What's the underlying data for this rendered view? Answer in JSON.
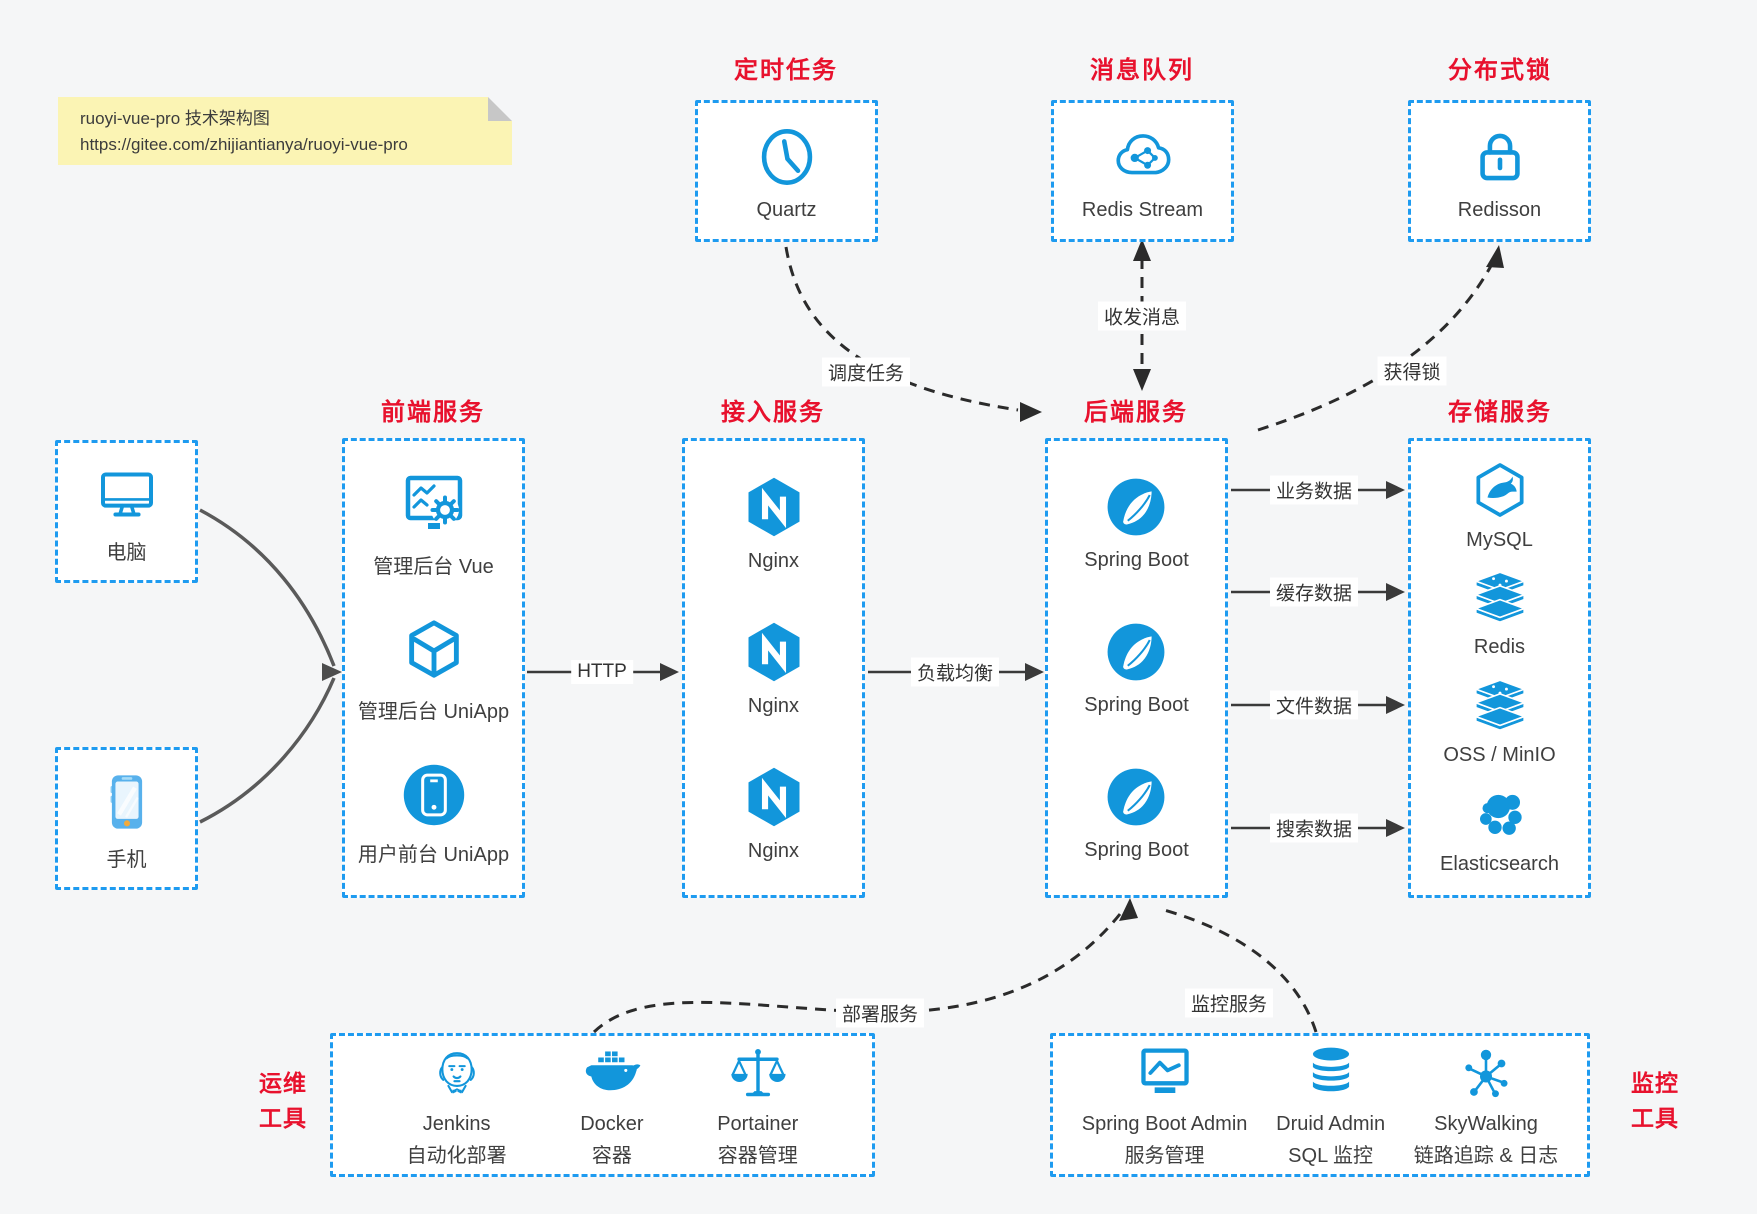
{
  "canvas": {
    "bg": "#f5f6f7"
  },
  "colors": {
    "icon_blue": "#1296db",
    "border_blue": "#1e9bf0",
    "title_red": "#e8112d",
    "arrow_dark": "#3a3a3a",
    "dashed_dark": "#2b2b2b",
    "note_bg": "#fbf4b4"
  },
  "note": {
    "line1": "ruoyi-vue-pro 技术架构图",
    "line2": "https://gitee.com/zhijiantianya/ruoyi-vue-pro"
  },
  "top_sections": [
    {
      "title": "定时任务",
      "item": {
        "label": "Quartz",
        "icon": "clock-icon"
      }
    },
    {
      "title": "消息队列",
      "item": {
        "label": "Redis Stream",
        "icon": "stream-cloud-icon"
      }
    },
    {
      "title": "分布式锁",
      "item": {
        "label": "Redisson",
        "icon": "lock-icon"
      }
    }
  ],
  "clients": [
    {
      "label": "电脑",
      "icon": "desktop-icon"
    },
    {
      "label": "手机",
      "icon": "phone-icon"
    }
  ],
  "service_columns": [
    {
      "title": "前端服务",
      "items": [
        {
          "label": "管理后台 Vue",
          "icon": "admin-vue-icon"
        },
        {
          "label": "管理后台 UniApp",
          "icon": "uniapp-cube-icon"
        },
        {
          "label": "用户前台 UniApp",
          "icon": "user-app-icon"
        }
      ]
    },
    {
      "title": "接入服务",
      "items": [
        {
          "label": "Nginx",
          "icon": "nginx-icon"
        },
        {
          "label": "Nginx",
          "icon": "nginx-icon"
        },
        {
          "label": "Nginx",
          "icon": "nginx-icon"
        }
      ]
    },
    {
      "title": "后端服务",
      "items": [
        {
          "label": "Spring Boot",
          "icon": "spring-boot-icon"
        },
        {
          "label": "Spring Boot",
          "icon": "spring-boot-icon"
        },
        {
          "label": "Spring Boot",
          "icon": "spring-boot-icon"
        }
      ]
    },
    {
      "title": "存储服务",
      "items": [
        {
          "label": "MySQL",
          "icon": "mysql-icon"
        },
        {
          "label": "Redis",
          "icon": "redis-icon"
        },
        {
          "label": "OSS / MinIO",
          "icon": "oss-minio-icon"
        },
        {
          "label": "Elasticsearch",
          "icon": "elasticsearch-icon"
        }
      ]
    }
  ],
  "edge_labels": {
    "http": "HTTP",
    "load_balance": "负载均衡",
    "business_data": "业务数据",
    "cache_data": "缓存数据",
    "file_data": "文件数据",
    "search_data": "搜索数据",
    "schedule_task": "调度任务",
    "send_receive_message": "收发消息",
    "acquire_lock": "获得锁",
    "deploy_service": "部署服务",
    "monitor_service": "监控服务"
  },
  "bottom_sections": [
    {
      "side_label_line1": "运维",
      "side_label_line2": "工具",
      "items": [
        {
          "label": "Jenkins",
          "sublabel": "自动化部署",
          "icon": "jenkins-icon"
        },
        {
          "label": "Docker",
          "sublabel": "容器",
          "icon": "docker-icon"
        },
        {
          "label": "Portainer",
          "sublabel": "容器管理",
          "icon": "portainer-icon"
        }
      ]
    },
    {
      "side_label_line1": "监控",
      "side_label_line2": "工具",
      "items": [
        {
          "label": "Spring Boot Admin",
          "sublabel": "服务管理",
          "icon": "springboot-admin-icon"
        },
        {
          "label": "Druid Admin",
          "sublabel": "SQL 监控",
          "icon": "druid-icon"
        },
        {
          "label": "SkyWalking",
          "sublabel": "链路追踪 & 日志",
          "icon": "skywalking-icon"
        }
      ]
    }
  ]
}
